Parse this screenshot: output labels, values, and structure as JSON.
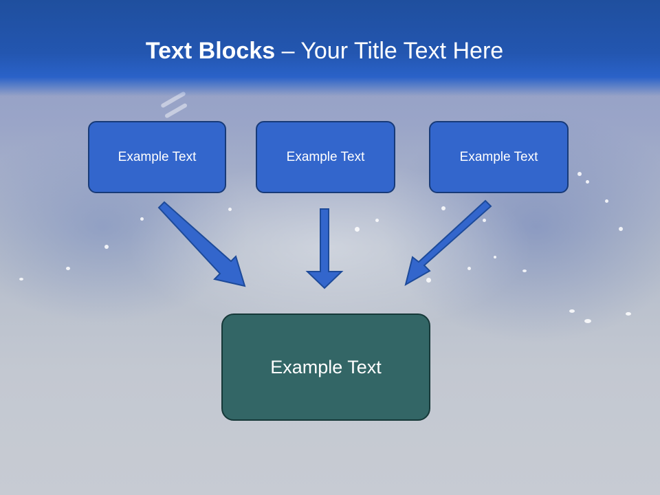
{
  "slide": {
    "title_bold": "Text Blocks",
    "title_dash": " – ",
    "title_rest": "Your Title Text Here"
  },
  "blocks": [
    {
      "label": "Example Text"
    },
    {
      "label": "Example Text"
    },
    {
      "label": "Example Text"
    }
  ],
  "target": {
    "label": "Example Text"
  },
  "colors": {
    "header": "#2356b0",
    "block_fill": "#3366cc",
    "block_border": "#173a78",
    "target_fill": "#336666",
    "target_border": "#163838",
    "arrow": "#3366cc"
  },
  "icons": [
    "arrow-down-right-icon",
    "arrow-down-icon",
    "arrow-down-left-icon"
  ]
}
